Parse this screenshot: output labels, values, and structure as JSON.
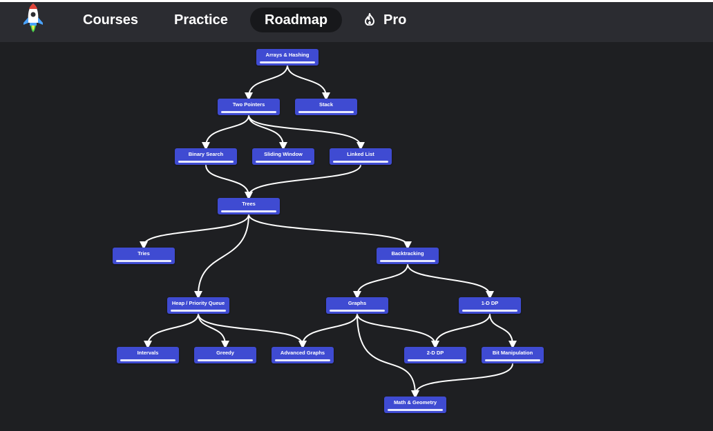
{
  "nav": {
    "items": [
      {
        "label": "Courses",
        "active": false
      },
      {
        "label": "Practice",
        "active": false
      },
      {
        "label": "Roadmap",
        "active": true
      },
      {
        "label": "Pro",
        "active": false,
        "icon": "flame-icon"
      }
    ]
  },
  "roadmap": {
    "nodes": {
      "arrays": "Arrays & Hashing",
      "two_pointers": "Two Pointers",
      "stack": "Stack",
      "binary_search": "Binary Search",
      "sliding_window": "Sliding Window",
      "linked_list": "Linked List",
      "trees": "Trees",
      "tries": "Tries",
      "backtracking": "Backtracking",
      "heap": "Heap / Priority Queue",
      "graphs": "Graphs",
      "dp1": "1-D DP",
      "intervals": "Intervals",
      "greedy": "Greedy",
      "adv_graphs": "Advanced Graphs",
      "dp2": "2-D DP",
      "bit": "Bit Manipulation",
      "math": "Math & Geometry"
    }
  },
  "colors": {
    "background": "#1e1f22",
    "navbar": "#2b2c31",
    "node": "#3f4bd2",
    "edge": "#ffffff"
  }
}
